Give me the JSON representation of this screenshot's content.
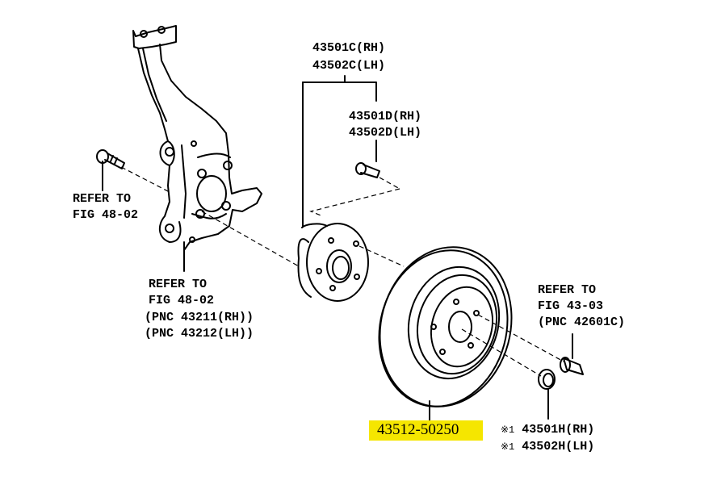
{
  "diagram": {
    "title": "Front axle hub and brake disc parts diagram",
    "highlight_color": "#f5e600",
    "labels": {
      "hub_bearing": {
        "line1": "43501C(RH)",
        "line2": "43502C(LH)"
      },
      "hub_bolt": {
        "line1": "43501D(RH)",
        "line2": "43502D(LH)"
      },
      "knuckle_bolt_ref": {
        "line1": "REFER TO",
        "line2": "FIG 48-02"
      },
      "knuckle_ref": {
        "line1": "REFER TO",
        "line2": "FIG 48-02",
        "line3": "(PNC 43211(RH))",
        "line4": "(PNC 43212(LH))"
      },
      "wheel_nut_ref": {
        "line1": "REFER TO",
        "line2": "FIG 43-03",
        "line3": "(PNC 42601C)"
      },
      "brake_disc": {
        "part_number": "43512-50250"
      },
      "hub_nut": {
        "mark": "※1",
        "line1": "43501H(RH)",
        "line2": "43502H(LH)"
      }
    }
  }
}
